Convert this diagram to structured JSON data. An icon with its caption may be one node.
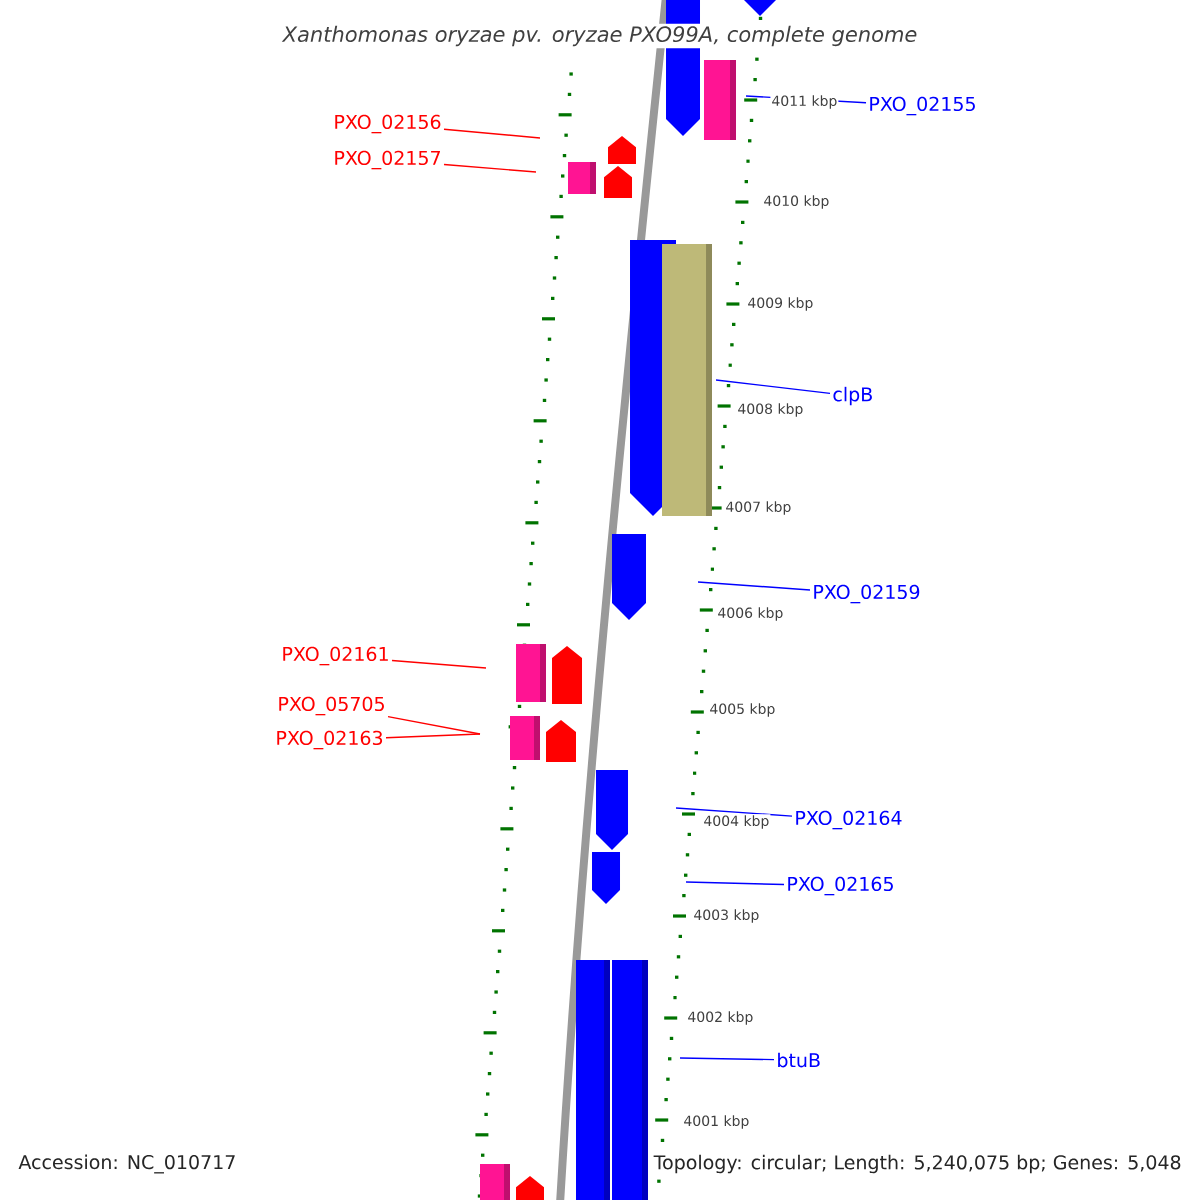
{
  "diagram": {
    "title": "Xanthomonas oryzae pv. oryzae PXO99A, complete genome",
    "nodes": [
      {
        "text": [
          "PXO_02156"
        ]
      },
      {
        "text": [
          "PXO_02157"
        ]
      },
      {
        "text": [
          "PXO_02155"
        ]
      },
      {
        "text": [
          "clpB"
        ]
      },
      {
        "text": [
          "PXO_02159"
        ]
      },
      {
        "text": [
          "PXO_02161"
        ]
      },
      {
        "text": [
          "PXO_05705"
        ]
      },
      {
        "text": [
          "PXO_02163"
        ]
      },
      {
        "text": [
          "PXO_02164"
        ]
      },
      {
        "text": [
          "PXO_02165"
        ]
      },
      {
        "text": [
          "btuB"
        ]
      }
    ],
    "edges": [
      {
        "from": 0,
        "to": null,
        "arrow": "none",
        "color": "#ff0000"
      },
      {
        "from": 1,
        "to": null,
        "arrow": "none",
        "color": "#ff0000"
      },
      {
        "from": 2,
        "to": null,
        "arrow": "none"
      },
      {
        "from": 3,
        "to": null,
        "arrow": "none"
      },
      {
        "from": 4,
        "to": null,
        "arrow": "none"
      },
      {
        "from": 5,
        "to": null,
        "arrow": "none",
        "color": "#ff0000"
      },
      {
        "from": 6,
        "to": null,
        "arrow": "none",
        "color": "#ff0000"
      },
      {
        "from": 7,
        "to": null,
        "arrow": "none",
        "color": "#ff0000"
      },
      {
        "from": 8,
        "to": null,
        "arrow": "none"
      },
      {
        "from": 9,
        "to": null,
        "arrow": "none"
      },
      {
        "from": 10,
        "to": null,
        "arrow": "none"
      }
    ],
    "labels": [
      "4011 kbp",
      "4010 kbp",
      "4009 kbp",
      "4008 kbp",
      "4007 kbp",
      "4006 kbp",
      "4005 kbp",
      "4004 kbp",
      "4003 kbp",
      "4002 kbp",
      "4001 kbp",
      "Accession: NC_010717",
      "Topology: circular; Length: 5,240,075 bp; Genes: 5,048"
    ]
  }
}
